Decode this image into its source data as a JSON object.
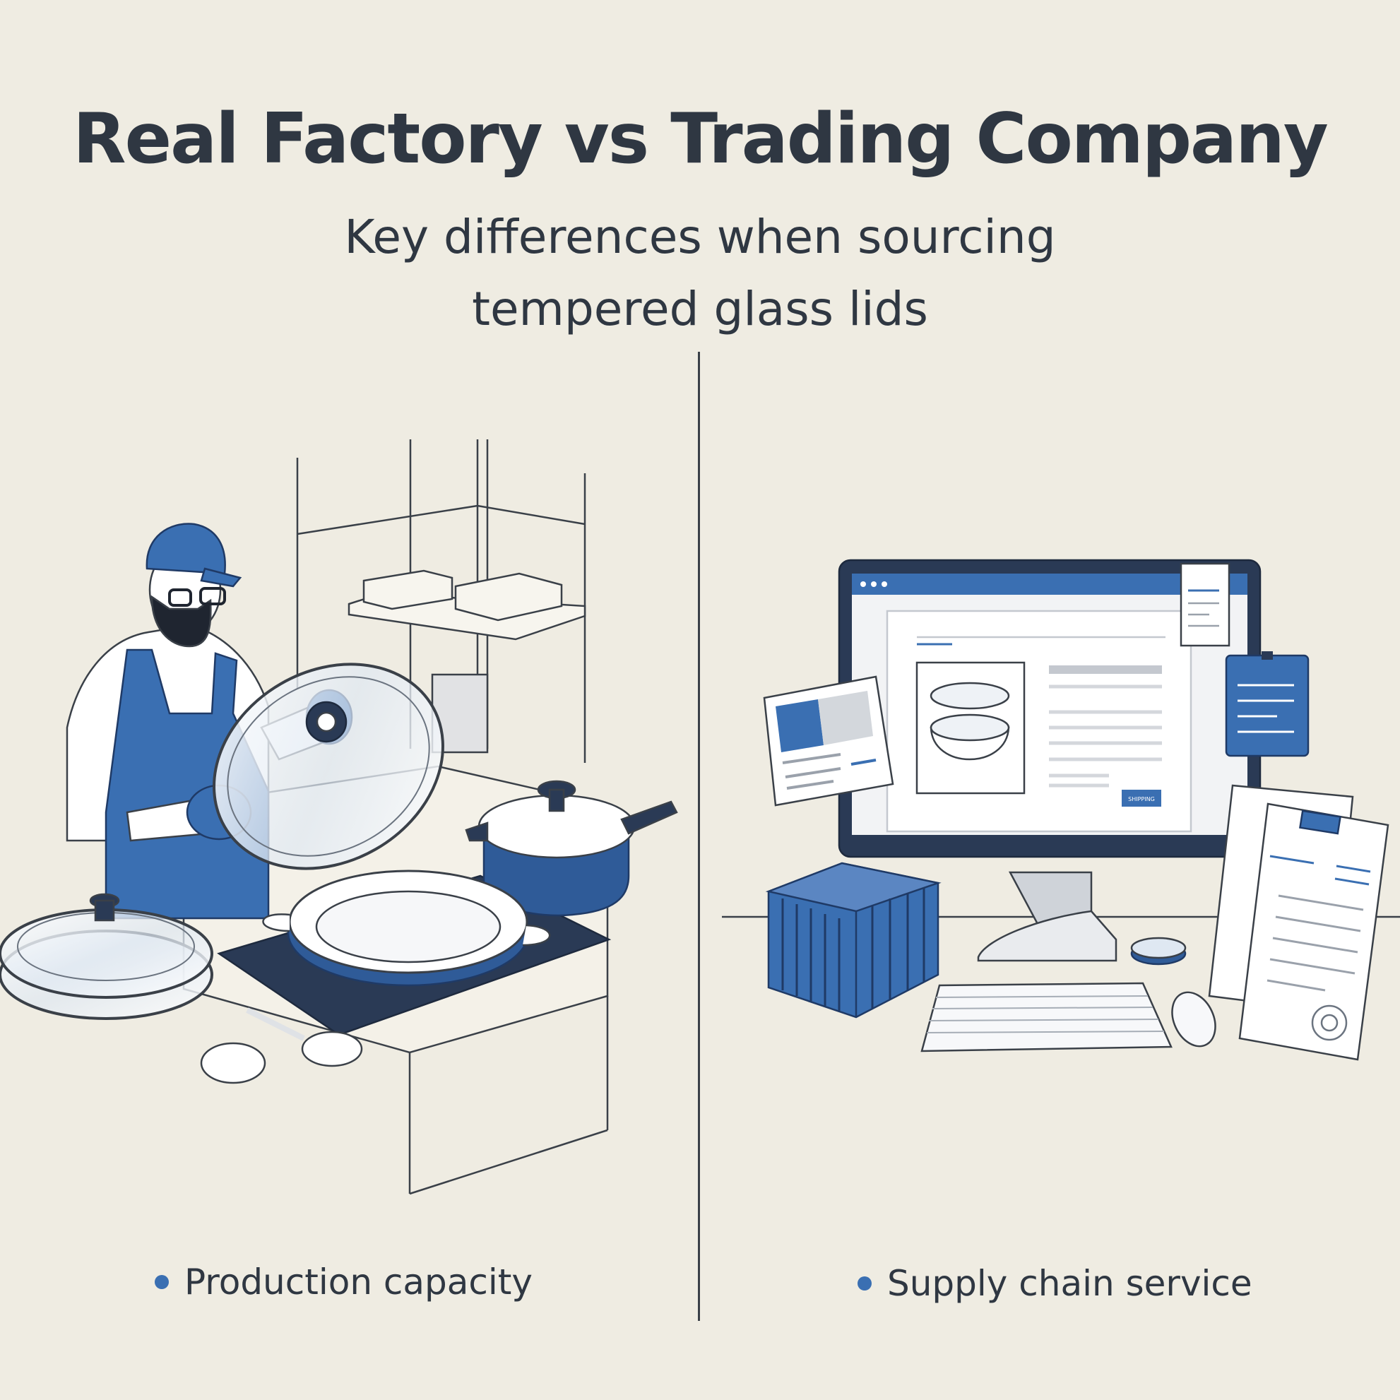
{
  "header": {
    "title": "Real Factory vs Trading Company",
    "subtitle_line1": "Key differences when sourcing",
    "subtitle_line2": "tempered glass lids"
  },
  "panels": {
    "left": {
      "label": "Production capacity"
    },
    "right": {
      "label": "Supply chain service",
      "screen_button_label": "SHIPPING"
    }
  },
  "colors": {
    "background": "#efece2",
    "accent_blue": "#3a6fb2",
    "dark_navy": "#2a3a55",
    "text": "#2f3742"
  }
}
